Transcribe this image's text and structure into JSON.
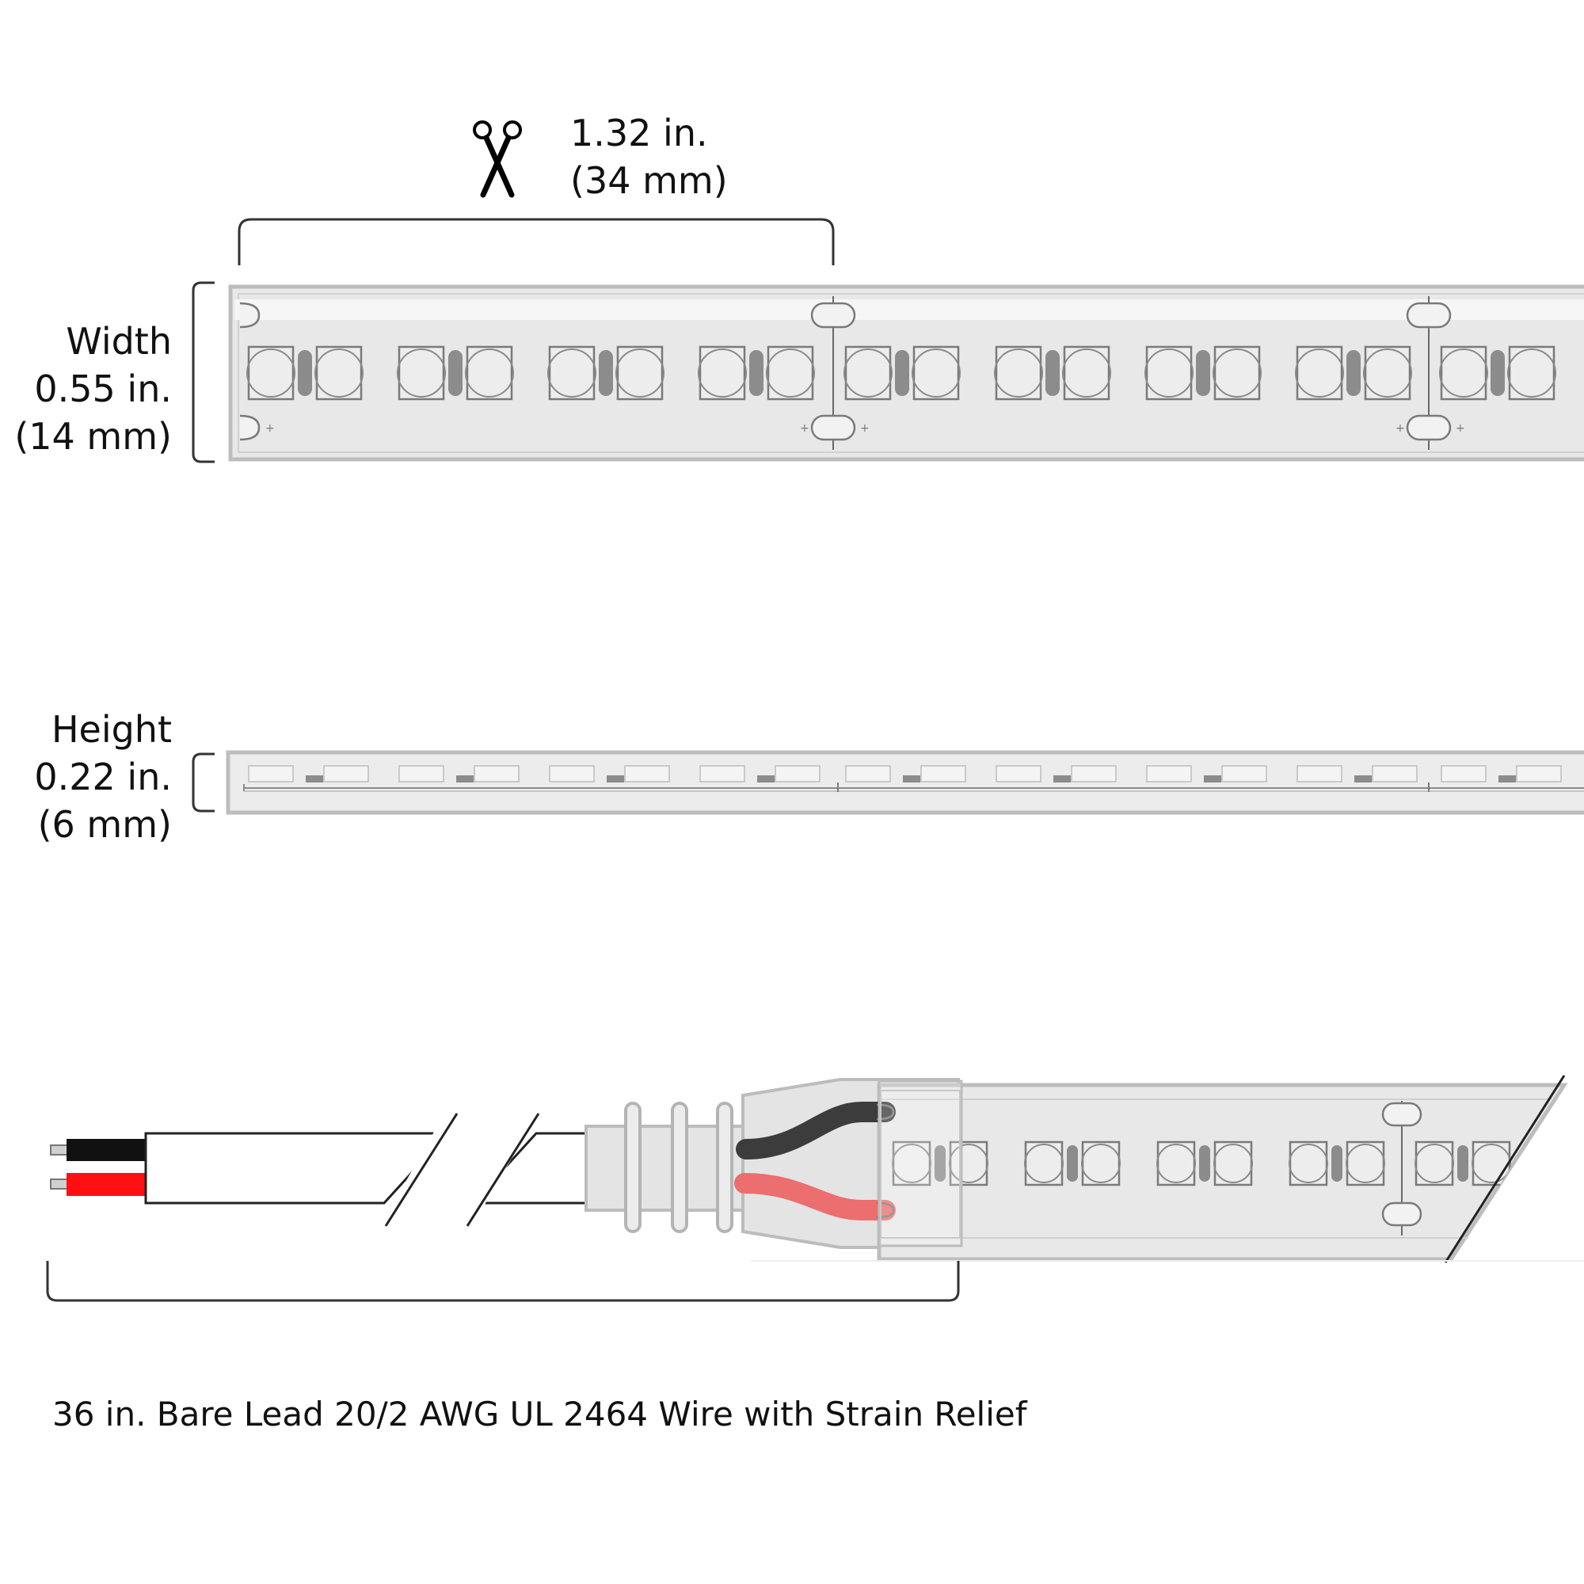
{
  "dimensions": {
    "cut_length": {
      "imperial": "1.32 in.",
      "metric": "(34 mm)"
    },
    "width": {
      "label": "Width",
      "imperial": "0.55 in.",
      "metric": "(14 mm)"
    },
    "height": {
      "label": "Height",
      "imperial": "0.22 in.",
      "metric": "(6 mm)"
    }
  },
  "lead": {
    "caption": "36 in. Bare Lead 20/2 AWG UL 2464 Wire with Strain Relief"
  },
  "icons": {
    "cut_marker": "scissors-icon"
  },
  "colors": {
    "strip_fill": "#e8e8e8",
    "strip_outline": "#bdbdbd",
    "pad_outline": "#7a7a7a",
    "resistor": "#8c8c8c",
    "wire_black": "#111111",
    "wire_red": "#ff1010",
    "wire_black_encapsulated": "#3c3c3c",
    "wire_red_encapsulated": "#ec6e6e",
    "line": "#333333"
  }
}
